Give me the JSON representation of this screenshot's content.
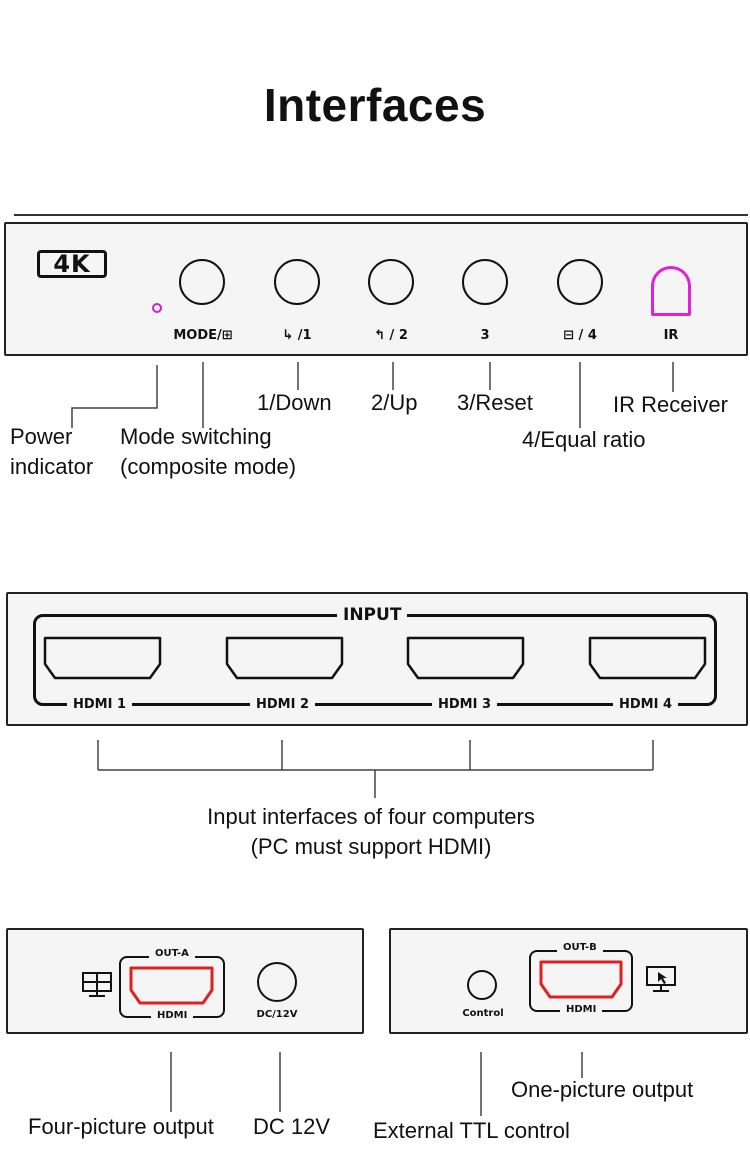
{
  "title": "Interfaces",
  "front_panel": {
    "badge": "4K",
    "buttons": [
      {
        "label": "MODE/⊞"
      },
      {
        "label": "↳ /1"
      },
      {
        "label": "↰ / 2"
      },
      {
        "label": "3"
      },
      {
        "label": "⊟ / 4"
      }
    ],
    "ir_label": "IR"
  },
  "front_callouts": {
    "power_1": "Power",
    "power_2": "indicator",
    "mode_1": "Mode switching",
    "mode_2": "(composite mode)",
    "down": "1/Down",
    "up": "2/Up",
    "reset": "3/Reset",
    "equal": "4/Equal ratio",
    "ir": "IR Receiver"
  },
  "input_panel": {
    "header": "INPUT",
    "ports": [
      "HDMI 1",
      "HDMI 2",
      "HDMI 3",
      "HDMI 4"
    ]
  },
  "input_callouts": {
    "line1": "Input interfaces of four computers",
    "line2": "(PC must support HDMI)"
  },
  "output_a_panel": {
    "port_top": "OUT-A",
    "port_bottom": "HDMI",
    "dc_label": "DC/12V"
  },
  "output_b_panel": {
    "control_label": "Control",
    "port_top": "OUT-B",
    "port_bottom": "HDMI"
  },
  "output_callouts": {
    "four_picture": "Four-picture output",
    "dc": "DC 12V",
    "ttl": "External TTL control",
    "one_picture": "One-picture output"
  },
  "colors": {
    "port_red": "#e02020",
    "ir_magenta": "#e020d8",
    "power_led": "#d020d0"
  }
}
